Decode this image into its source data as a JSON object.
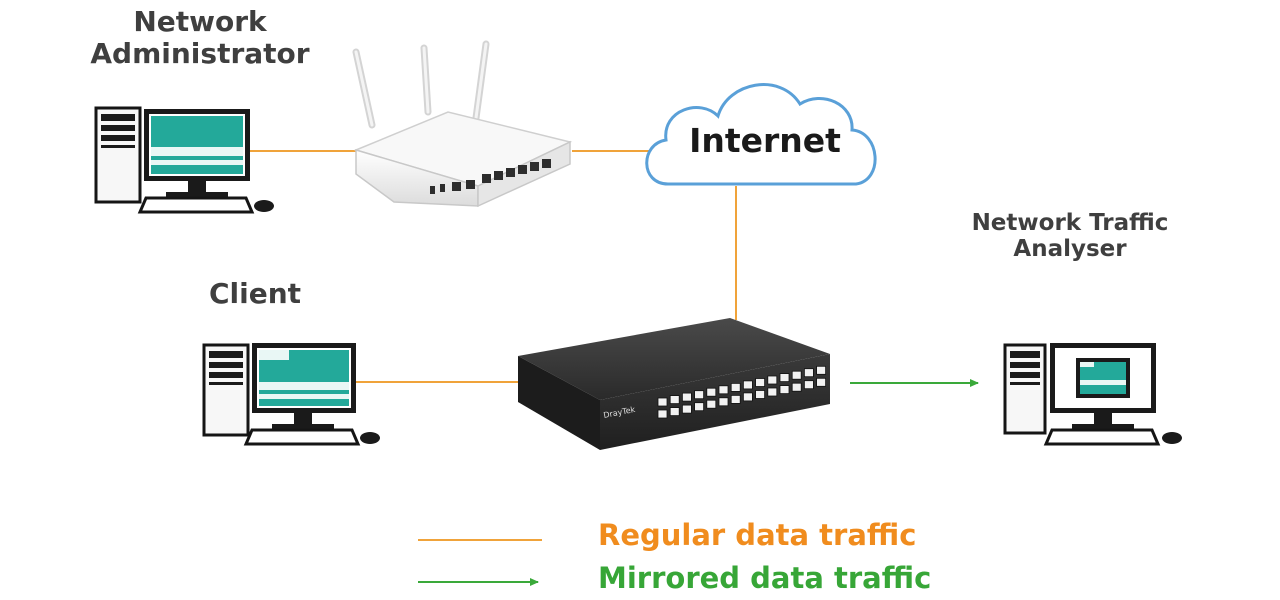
{
  "nodes": {
    "admin_label": [
      "Network",
      "Administrator"
    ],
    "client_label": "Client",
    "analyser_label": [
      "Network Traffic",
      "Analyser"
    ],
    "internet_label": "Internet",
    "switch_brand": "DrayTek"
  },
  "legend": {
    "regular": "Regular data traffic",
    "mirrored": "Mirrored data traffic"
  },
  "colors": {
    "regular_line": "#f0a33a",
    "mirrored_line": "#3aa93a",
    "regular_text": "#f08c1e",
    "mirrored_text": "#37a637",
    "screen_teal": "#23a99a",
    "cloud_stroke": "#5aa0d8"
  }
}
